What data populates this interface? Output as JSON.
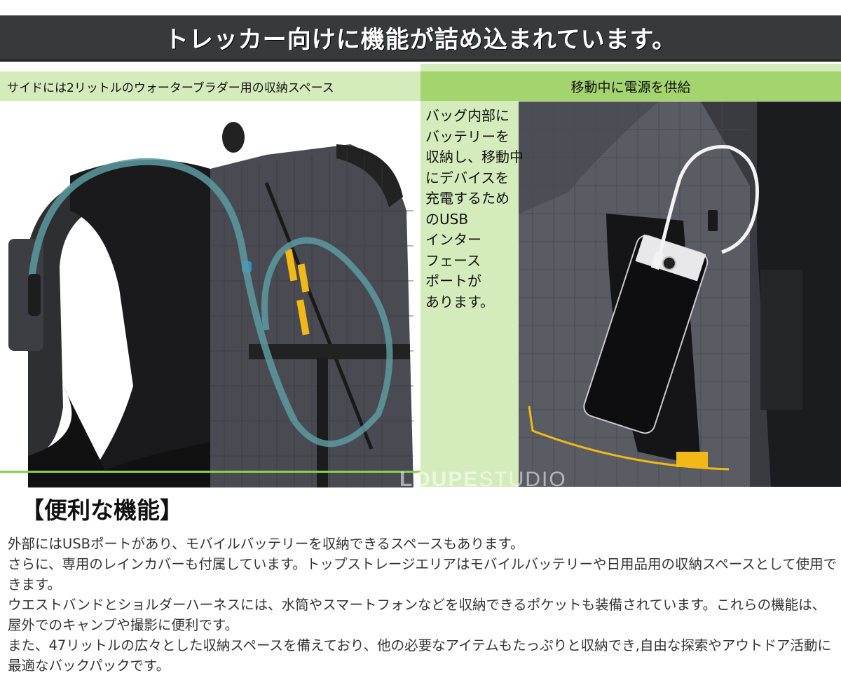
{
  "header": {
    "title": "トレッカー向けに機能が詰め込まれています。",
    "background": "#38393b"
  },
  "left_panel": {
    "label": "サイドには2リットルのウォーターブラダー用の収納スペース",
    "label_background": "#d4ecbb",
    "photo": "backpack-side-with-hydration-tube"
  },
  "right_panel": {
    "label": "移動中に電源を供給",
    "label_background": "#a3d46e",
    "text_lines": [
      "バッグ内部に",
      "バッテリーを",
      "収納し、移動中",
      "にデバイスを",
      "充電するため",
      "のUSB",
      "インター",
      "フェース",
      "ポートが",
      "あります。"
    ],
    "photo": "phone-charging-in-backpack-pocket"
  },
  "watermark": {
    "bold": "LOUPE",
    "light": "STUDIO"
  },
  "features": {
    "heading": "【便利な機能】",
    "paragraphs": [
      "外部にはUSBポートがあり、モバイルバッテリーを収納できるスペースもあります。",
      "さらに、専用のレインカバーも付属しています。トップストレージエリアはモバイルバッテリーや日用品用の収納スペースとして使用できます。",
      "ウエストバンドとショルダーハーネスには、水筒やスマートフォンなどを収納できるポケットも装備されています。これらの機能は、屋外でのキャンプや撮影に便利です。",
      "また、47リットルの広々とした収納スペースを備えており、他の必要なアイテムもたっぷりと収納でき,自由な探索やアウトドア活動に最適なバックパックです。"
    ]
  },
  "colors": {
    "accent_green": "#8bcf4e",
    "light_green": "#d4ecbb",
    "mid_green": "#a3d46e",
    "strap_yellow": "#f2b817",
    "tube_teal": "#5a9aa0"
  }
}
